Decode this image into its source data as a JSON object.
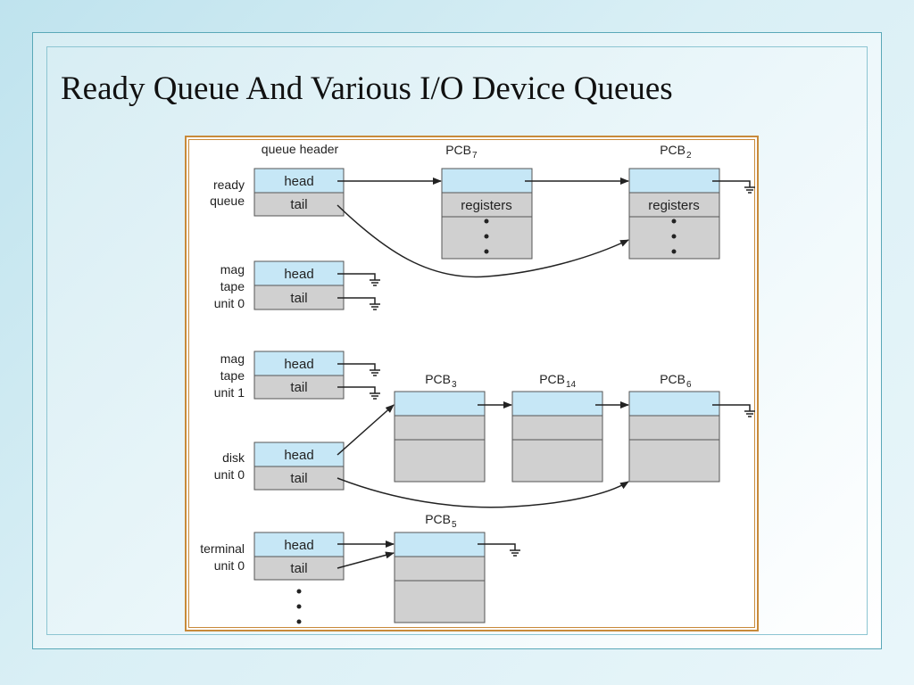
{
  "slide": {
    "title": "Ready Queue And Various I/O Device Queues"
  },
  "diagram": {
    "column_header": "queue header",
    "field_head": "head",
    "field_tail": "tail",
    "field_registers": "registers",
    "pcb_prefix": "PCB",
    "queues": [
      {
        "label_lines": [
          "ready",
          "queue"
        ]
      },
      {
        "label_lines": [
          "mag",
          "tape",
          "unit 0"
        ]
      },
      {
        "label_lines": [
          "mag",
          "tape",
          "unit 1"
        ]
      },
      {
        "label_lines": [
          "disk",
          "unit 0"
        ]
      },
      {
        "label_lines": [
          "terminal",
          "unit 0"
        ]
      }
    ],
    "pcbs": [
      {
        "id": "7"
      },
      {
        "id": "2"
      },
      {
        "id": "3"
      },
      {
        "id": "14"
      },
      {
        "id": "6"
      },
      {
        "id": "5"
      }
    ]
  },
  "colors": {
    "head_fill": "#c6e7f6",
    "tail_fill": "#d0d0d0",
    "line": "#222222"
  }
}
